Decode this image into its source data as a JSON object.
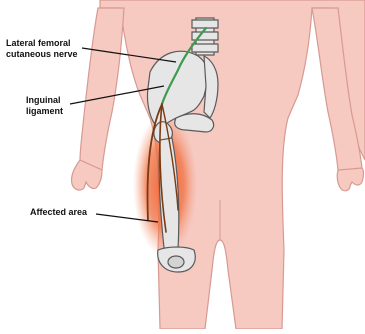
{
  "labels": {
    "lfcn": "Lateral femoral\ncutaneous nerve",
    "inguinal": "Inguinal\nligament",
    "affected": "Affected area"
  },
  "colors": {
    "skin": "#f6c9c1",
    "skin_outline": "#d79a92",
    "bone": "#e6e6e6",
    "bone_outline": "#5a5a5a",
    "nerve": "#3f9a52",
    "nerve_dark": "#7a3a12",
    "affected": "#ee5a2a"
  }
}
